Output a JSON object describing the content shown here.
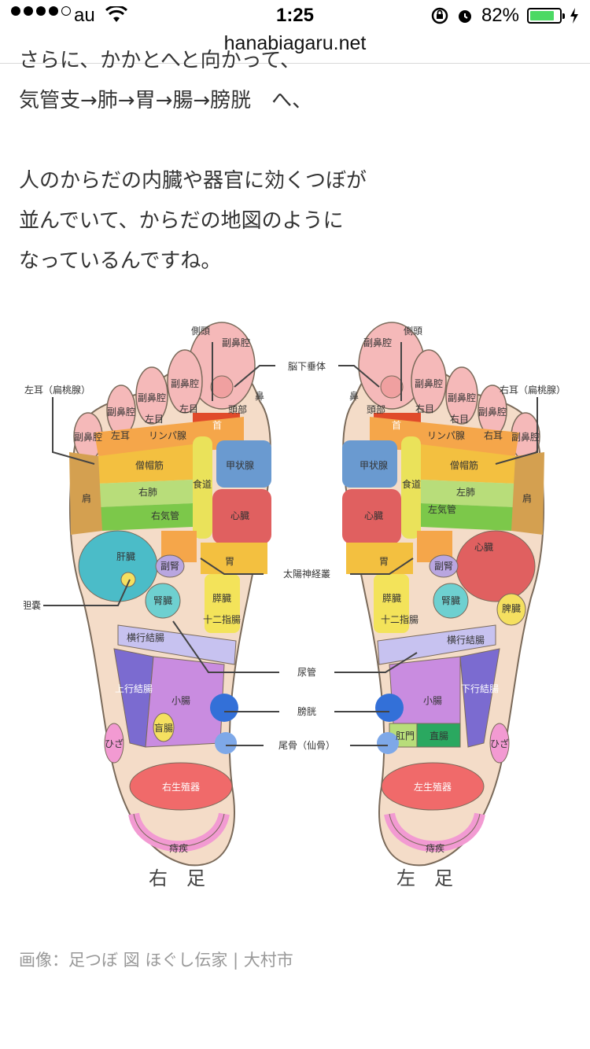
{
  "status_bar": {
    "carrier": "au",
    "time": "1:25",
    "battery_percent": "82%",
    "battery_level": 0.82
  },
  "url_bar": {
    "domain": "hanabiagaru.net"
  },
  "article": {
    "line_cut": "さらに、かかとへと向かって、",
    "line_1": "気管支→肺→胃→腸→膀胱　へ、",
    "line_2": "人のからだの内臓や器官に効くつぼが",
    "line_3": "並んでいて、からだの地図のように",
    "line_4": "なっているんですね。"
  },
  "diagram": {
    "right_foot_caption": "右　足",
    "left_foot_caption": "左　足",
    "labels": {
      "sokuto": "側頭",
      "bikou": "副鼻腔",
      "hana": "鼻",
      "toubu": "頭部",
      "kubi": "首",
      "nouka": "脳下垂体",
      "hidari_mimi": "左耳（扁桃腺）",
      "migi_mimi": "右耳（扁桃腺）",
      "migi_me": "右目",
      "hidari_me": "左目",
      "hidari_mimi_short": "左耳",
      "migi_mimi_short": "右耳",
      "rinpa": "リンパ腺",
      "sobo": "僧帽筋",
      "katakou": "甲状腺",
      "shokudo": "食道",
      "kata": "肩",
      "migi_hai": "右肺",
      "hidari_hai": "左肺",
      "migi_kikan": "右気管",
      "hidari_kikan": "左気管",
      "shinzo": "心臓",
      "kanzo": "肝臓",
      "i": "胃",
      "fukujin": "副腎",
      "taiyo": "太陽神経叢",
      "tanno": "胆嚢",
      "jinzo": "腎臓",
      "suizo": "膵臓",
      "juni": "十二指腸",
      "hizo": "脾臓",
      "oukou": "横行結腸",
      "nyokan": "尿管",
      "joukou": "上行結腸",
      "kakou": "下行結腸",
      "shocho": "小腸",
      "mocho": "盲腸",
      "boko": "膀胱",
      "biko": "尾骨（仙骨）",
      "komon": "肛門",
      "chokucho": "直腸",
      "hiza": "ひざ",
      "migi_seishoku": "右生殖器",
      "hidari_seishoku": "左生殖器",
      "jishitsu": "痔疾"
    }
  },
  "caption": "画像：足つぼ 図 ほぐし伝家 | 大村市",
  "colors": {
    "skin": "#f4dcc8",
    "outline": "#7a6a5a",
    "kanzo": "#4bbcc8",
    "shinzo": "#e06060",
    "shocho": "#c98ce0",
    "colon": "#7b6bd0",
    "boko": "#3370d8",
    "seishoku": "#f06a6a",
    "jishitsu": "#f29ad2",
    "kubi": "#e04a2a"
  }
}
